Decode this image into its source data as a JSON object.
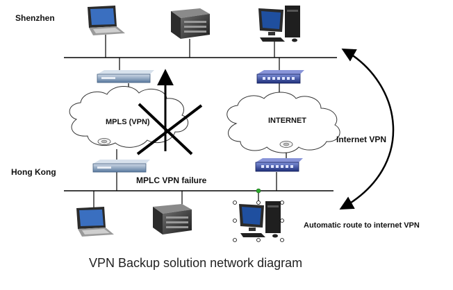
{
  "labels": {
    "shenzhen": "Shenzhen",
    "hong_kong": "Hong Kong",
    "mpls_cloud": "MPLS (VPN)",
    "internet_cloud": "INTERNET",
    "internet_vpn": "Internet VPN",
    "failure": "MPLC VPN failure",
    "auto_route": "Automatic route to internet VPN",
    "caption": "VPN Backup solution network diagram"
  },
  "colors": {
    "line": "#000000",
    "router_body": "#2f5f8f",
    "switch_body": "#2a3f8f",
    "server_body": "#3a3a3a",
    "screen": "#1f3f7f",
    "handle_green": "#2aaa2a"
  },
  "icons": {
    "laptop": "laptop-icon",
    "server": "server-icon",
    "desktop": "desktop-pc-icon",
    "router": "router-icon",
    "switch": "switch-icon",
    "cloud": "cloud-icon",
    "camera": "camera-node-icon"
  }
}
